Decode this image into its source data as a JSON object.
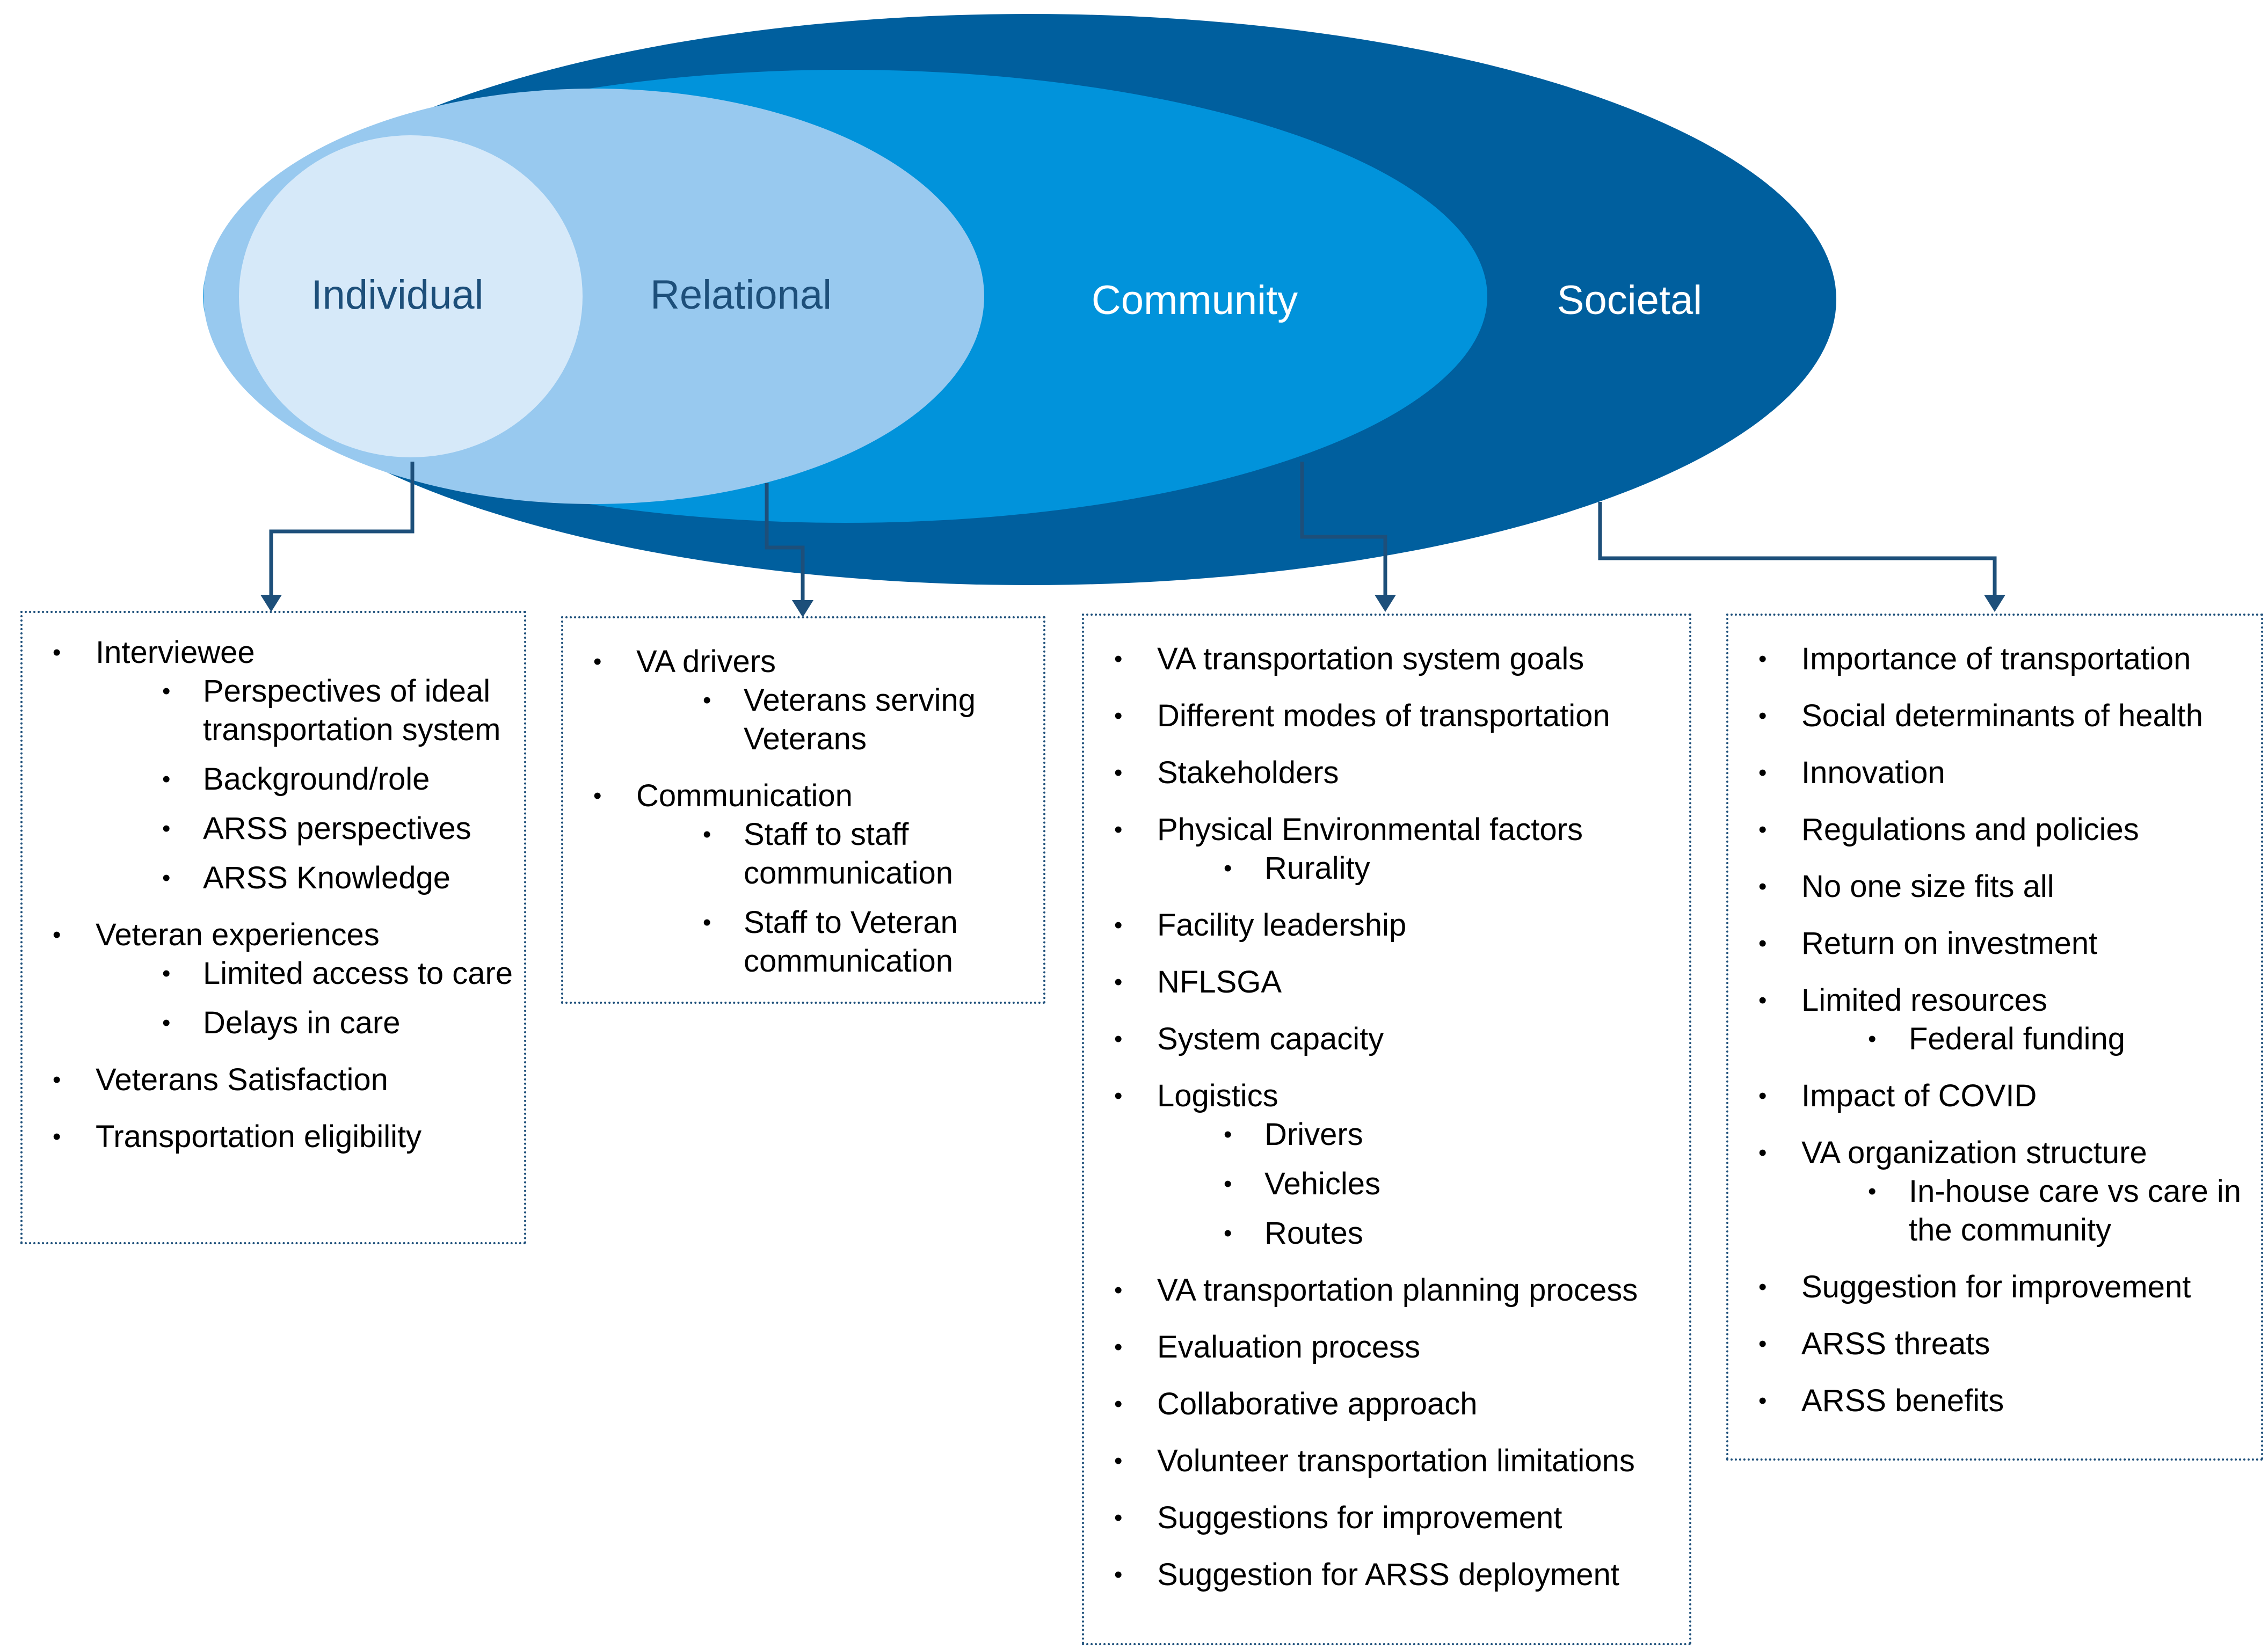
{
  "colors": {
    "societal": "#005f9e",
    "community": "#0193db",
    "relational": "#98c9ef",
    "individual": "#d6e9f9",
    "dark_label": "#1d4f7a",
    "light_label": "#ffffff",
    "box_border": "#1d4f7a",
    "connector": "#1d4f7a"
  },
  "levels": [
    {
      "label": "Individual",
      "items": [
        {
          "text": "Interviewee",
          "sub": [
            "Perspectives of ideal transportation system",
            "Background/role",
            "ARSS perspectives",
            "ARSS Knowledge"
          ]
        },
        {
          "text": "Veteran experiences",
          "sub": [
            "Limited access to care",
            "Delays in care"
          ]
        },
        {
          "text": "Veterans Satisfaction",
          "sub": []
        },
        {
          "text": "Transportation eligibility",
          "sub": []
        }
      ]
    },
    {
      "label": "Relational",
      "items": [
        {
          "text": "VA drivers",
          "sub": [
            "Veterans serving Veterans"
          ]
        },
        {
          "text": "Communication",
          "sub": [
            "Staff to staff communication",
            "Staff to Veteran communication"
          ]
        }
      ]
    },
    {
      "label": "Community",
      "items": [
        {
          "text": "VA transportation system goals",
          "sub": []
        },
        {
          "text": "Different modes of transportation",
          "sub": []
        },
        {
          "text": "Stakeholders",
          "sub": []
        },
        {
          "text": "Physical Environmental factors",
          "sub": [
            "Rurality"
          ]
        },
        {
          "text": "Facility leadership",
          "sub": []
        },
        {
          "text": "NFLSGA",
          "sub": []
        },
        {
          "text": "System capacity",
          "sub": []
        },
        {
          "text": "Logistics",
          "sub": [
            "Drivers",
            "Vehicles",
            "Routes"
          ]
        },
        {
          "text": "VA transportation planning process",
          "sub": []
        },
        {
          "text": "Evaluation process",
          "sub": []
        },
        {
          "text": "Collaborative approach",
          "sub": []
        },
        {
          "text": "Volunteer transportation limitations",
          "sub": []
        },
        {
          "text": "Suggestions for improvement",
          "sub": []
        },
        {
          "text": "Suggestion for ARSS deployment",
          "sub": []
        }
      ]
    },
    {
      "label": "Societal",
      "items": [
        {
          "text": "Importance of transportation",
          "sub": []
        },
        {
          "text": "Social determinants of health",
          "sub": []
        },
        {
          "text": "Innovation",
          "sub": []
        },
        {
          "text": "Regulations and policies",
          "sub": []
        },
        {
          "text": "No one size fits all",
          "sub": []
        },
        {
          "text": "Return on investment",
          "sub": []
        },
        {
          "text": "Limited resources",
          "sub": [
            "Federal funding"
          ]
        },
        {
          "text": "Impact of COVID",
          "sub": []
        },
        {
          "text": "VA organization structure",
          "sub": [
            "In-house care vs care in the community"
          ]
        },
        {
          "text": "Suggestion for improvement",
          "sub": []
        },
        {
          "text": "ARSS threats",
          "sub": []
        },
        {
          "text": "ARSS benefits",
          "sub": []
        }
      ]
    }
  ]
}
